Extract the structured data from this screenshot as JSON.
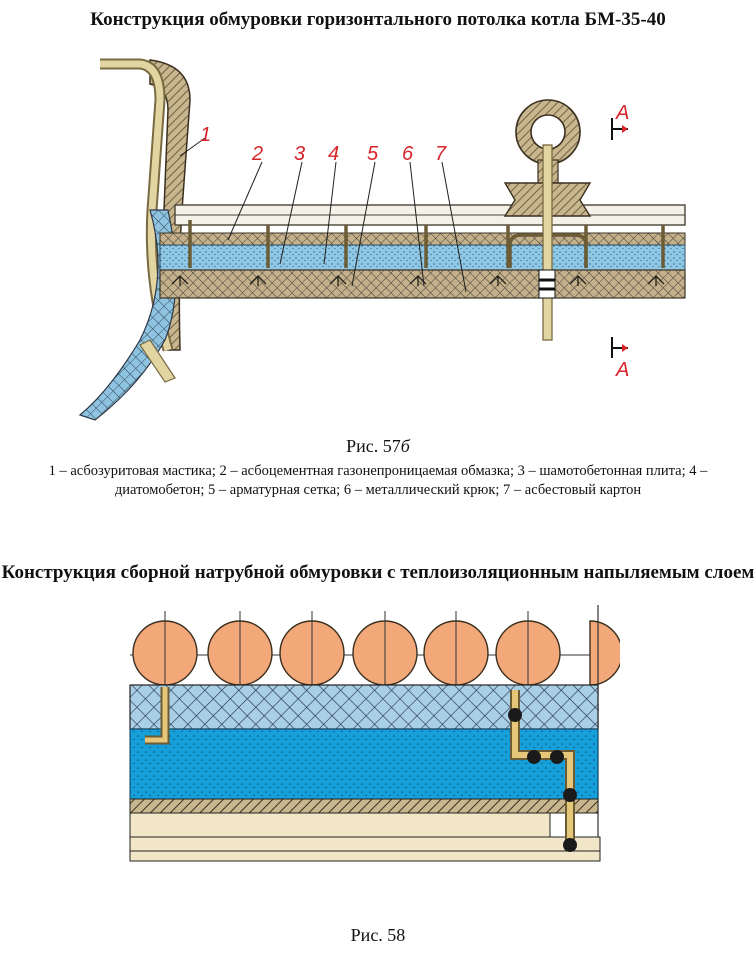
{
  "figure1": {
    "title": "Конструкция обмуровки горизонтального потолка котла БМ-35-40",
    "caption_prefix": "Рис. 57",
    "caption_suffix": "б",
    "legend": "1 – асбозуритовая мастика; 2 – асбоцементная газонепроницаемая обмазка; 3 – шамотобетонная плита; 4 – диатомобетон; 5 – арматурная сетка; 6 – металлический крюк; 7 – асбестовый картон",
    "callouts": [
      "1",
      "2",
      "3",
      "4",
      "5",
      "6",
      "7"
    ],
    "section_mark": "А",
    "colors": {
      "insulation": "#8fc8e4",
      "concrete": "#c8b78e",
      "pipe": "#d9cc97",
      "callout": "#d8242b"
    }
  },
  "figure2": {
    "title": "Конструкция сборной натрубной обмуровки с теплоизоляционным напыляемым слоем",
    "caption": "Рис. 58",
    "colors": {
      "tubes": "#f2a878",
      "mesh_layer": "#a9cfe6",
      "sprayed_layer": "#169fd8",
      "board": "#f1e6c8"
    }
  }
}
